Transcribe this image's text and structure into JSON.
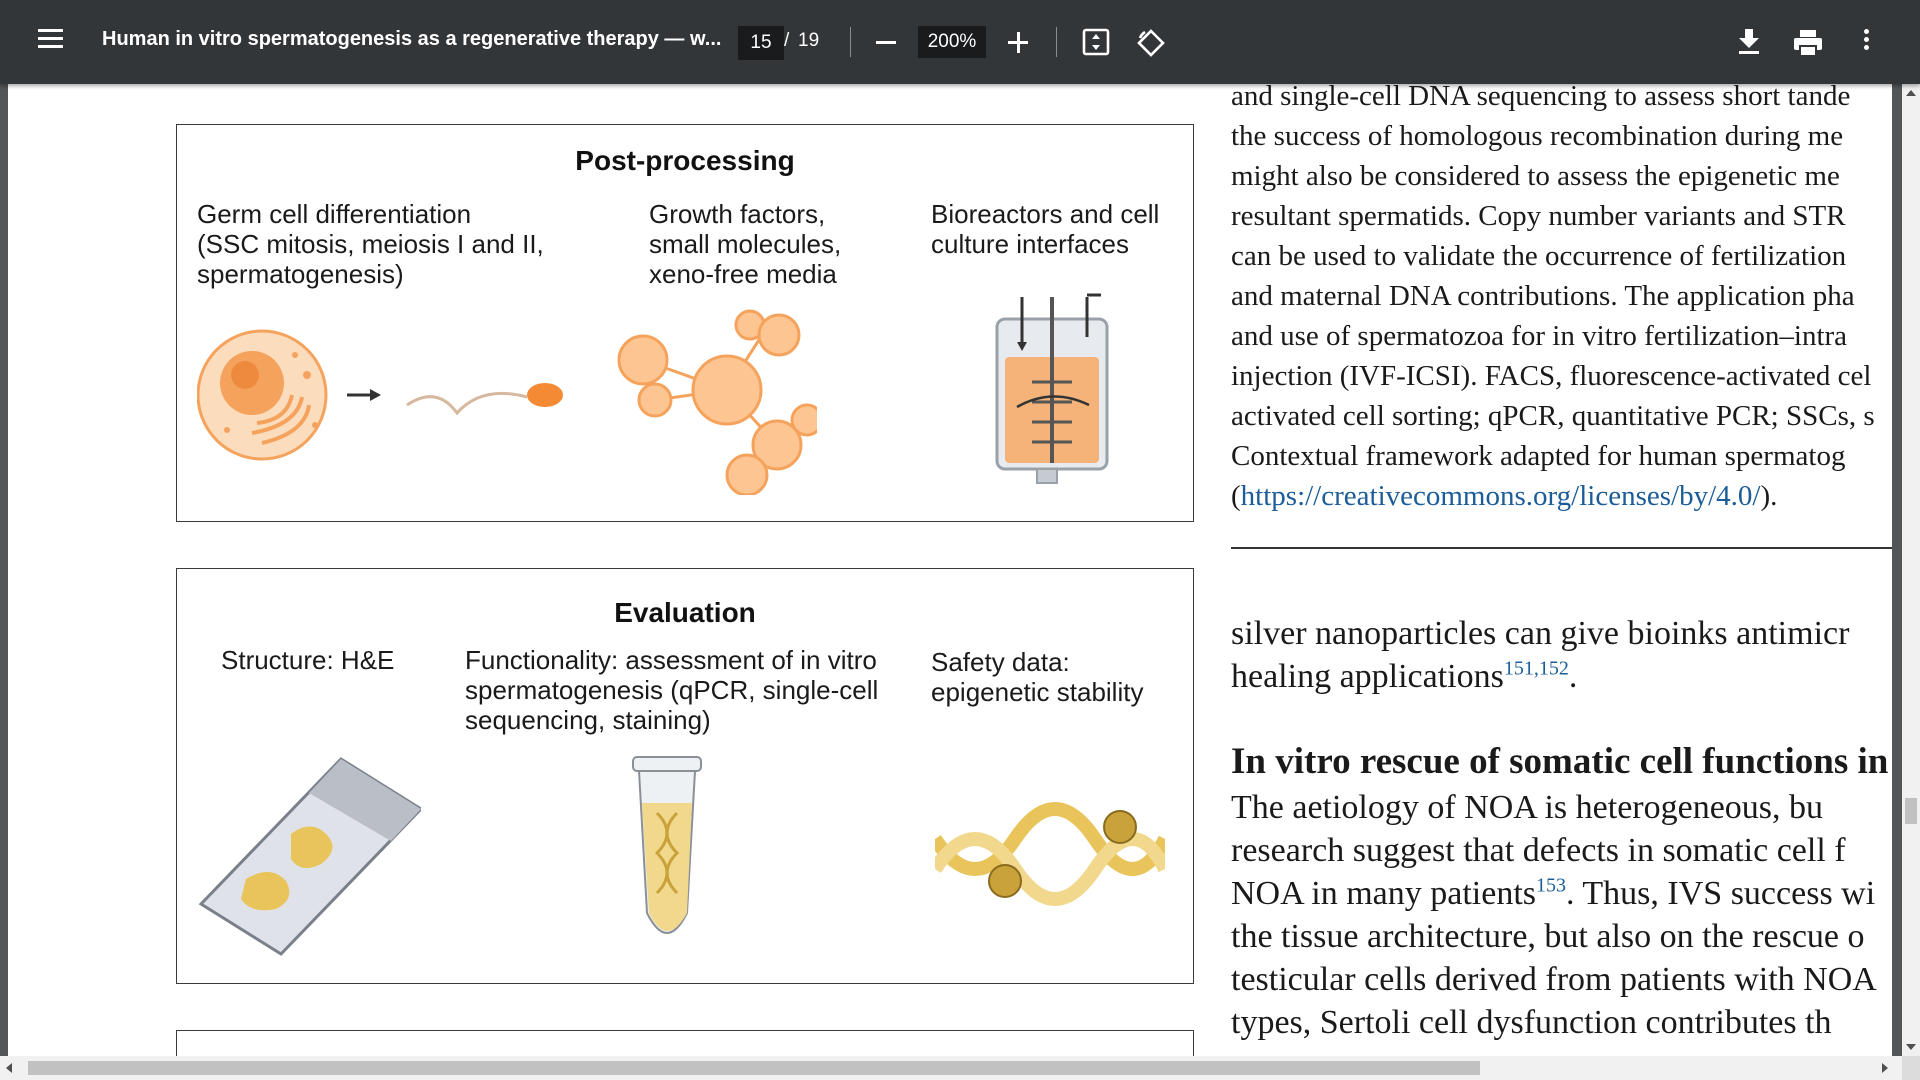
{
  "toolbar": {
    "title": "Human in vitro spermatogenesis as a regenerative therapy — w...",
    "page_current": "15",
    "page_separator": "/",
    "page_total": "19",
    "zoom": "200%",
    "icons": [
      "menu-icon",
      "zoom-out-icon",
      "zoom-in-icon",
      "fit-to-page-icon",
      "rotate-icon",
      "download-icon",
      "print-icon",
      "more-vert-icon"
    ]
  },
  "figure": {
    "post_processing": {
      "title": "Post-processing",
      "germ_cell": "Germ cell differentiation\n(SSC mitosis, meiosis I and II,\nspermatogenesis)",
      "growth_factors": "Growth factors,\nsmall molecules,\nxeno-free media",
      "bioreactors": "Bioreactors and cell\nculture interfaces"
    },
    "evaluation": {
      "title": "Evaluation",
      "structure": "Structure: H&E",
      "functionality": "Functionality: assessment of in vitro\nspermatogenesis (qPCR, single-cell\nsequencing, staining)",
      "safety": "Safety data:\nepigenetic stability"
    }
  },
  "caption": {
    "lines": [
      "and single-cell DNA sequencing to assess short tande",
      "the success of homologous recombination during me",
      "might also be considered to assess the epigenetic me",
      "resultant spermatids. Copy number variants and STR",
      "can be used to validate the occurrence of fertilization",
      "and maternal DNA contributions. The application pha",
      "and use of spermatozoa for in vitro fertilization–intra",
      "injection (IVF-ICSI). FACS, fluorescence-activated cel",
      "activated cell sorting; qPCR, quantitative PCR; SSCs, s",
      "Contextual framework adapted for human spermatog"
    ],
    "link_open": "(",
    "link": "https://creativecommons.org/licenses/by/4.0/",
    "link_close": ")."
  },
  "body": {
    "line1": "silver nanoparticles can give bioinks antimicr",
    "line2_text": "healing applications",
    "line2_ref": "151,152",
    "line2_end": ".",
    "heading": "In vitro rescue of somatic cell functions in",
    "para": [
      "The aetiology of NOA is heterogeneous, bu",
      "research suggest that defects in somatic cell f"
    ],
    "ref_line_text": "NOA in many patients",
    "ref_line_ref": "153",
    "ref_line_end": ". Thus, IVS success wi",
    "para2": [
      "the tissue architecture, but also on the rescue o",
      "testicular cells derived from patients with NOA",
      "types, Sertoli cell dysfunction contributes th"
    ]
  },
  "colors": {
    "toolbar_bg": "#323639",
    "viewer_bg": "#525659",
    "figure_orange": "#f5a35c",
    "figure_gold": "#e8c45a",
    "link_blue": "#1c5d99"
  }
}
